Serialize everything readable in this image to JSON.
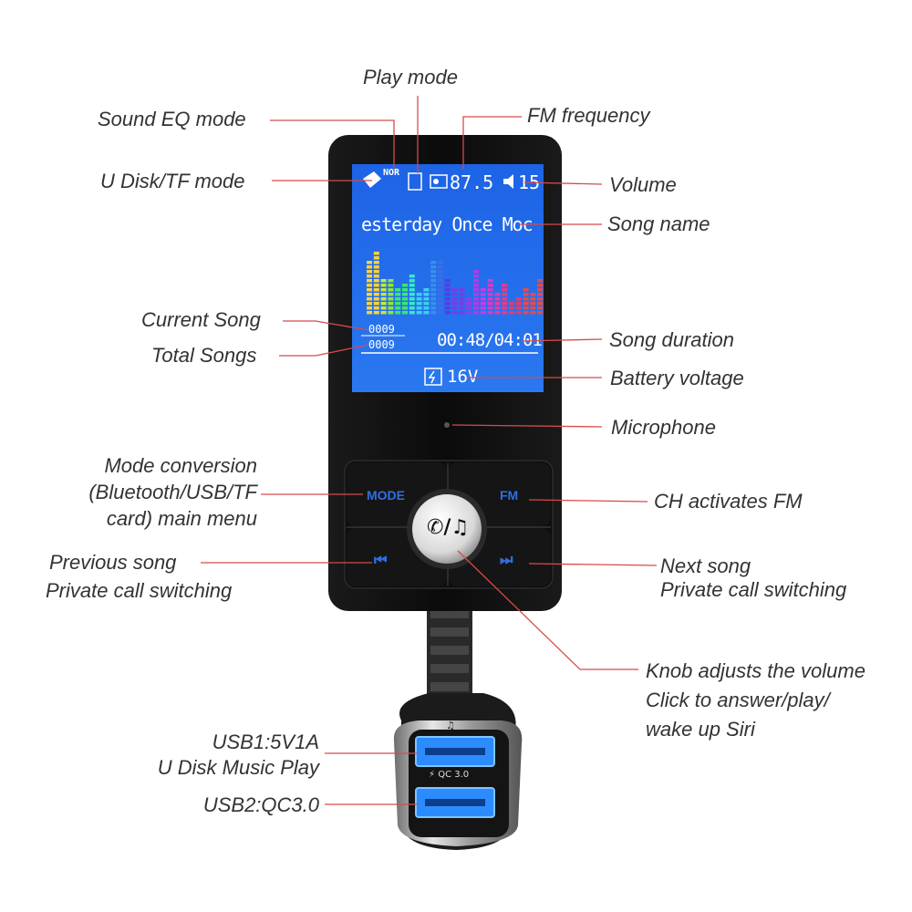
{
  "labels": {
    "play_mode": "Play mode",
    "sound_eq_mode": "Sound EQ mode",
    "fm_frequency": "FM frequency",
    "u_disk_tf_mode": "U Disk/TF mode",
    "volume": "Volume",
    "song_name": "Song name",
    "current_song": "Current Song",
    "total_songs": "Total Songs",
    "song_duration": "Song duration",
    "battery_voltage": "Battery voltage",
    "microphone": "Microphone",
    "mode_conversion": [
      "Mode conversion",
      "(Bluetooth/USB/TF",
      "card) main menu"
    ],
    "ch_activates_fm": "CH activates FM",
    "previous_song": [
      "Previous song",
      "Private call switching"
    ],
    "next_song": [
      "Next song",
      "Private call switching"
    ],
    "knob": [
      "Knob adjusts the volume",
      "Click to answer/play/",
      "wake up Siri"
    ],
    "usb1": [
      "USB1:5V1A",
      "U Disk Music Play"
    ],
    "usb2": "USB2:QC3.0"
  },
  "screen": {
    "eq": "NOR",
    "frequency": "87.5",
    "volume": "15",
    "song_title": "esterday Once Moc",
    "current_song": "0009",
    "total_songs": "0009",
    "time": "00:48/04:01",
    "voltage": "16V"
  },
  "buttons": {
    "mode": "MODE",
    "fm": "FM",
    "prev_icon": "⏮",
    "next_icon": "⏭",
    "knob_icon": "✆/♫"
  },
  "usb_marks": {
    "music": "♫",
    "qc": "⚡ QC 3.0"
  },
  "colors": {
    "screen": "#1f5fe0",
    "device": "#0d0d0d",
    "accent_blue": "#2f6fe0",
    "leader_red": "#d84a4a"
  }
}
